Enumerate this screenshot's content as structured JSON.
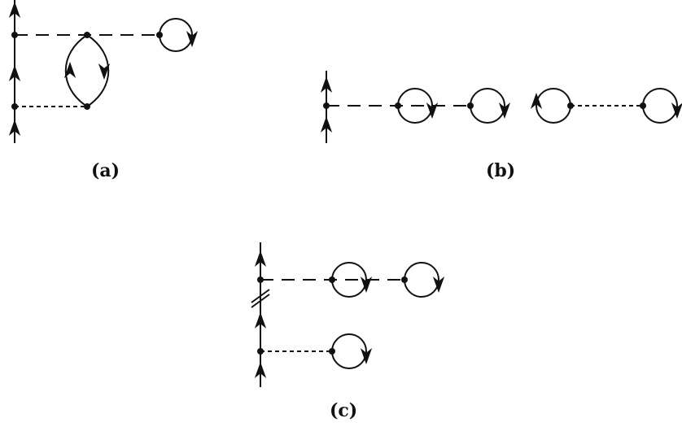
{
  "figure": {
    "panels": [
      {
        "id": "a",
        "caption": "(a)"
      },
      {
        "id": "b",
        "caption": "(b)"
      },
      {
        "id": "c",
        "caption": "(c)"
      }
    ],
    "colors": {
      "ink": "#111111",
      "background": "#ffffff"
    }
  }
}
